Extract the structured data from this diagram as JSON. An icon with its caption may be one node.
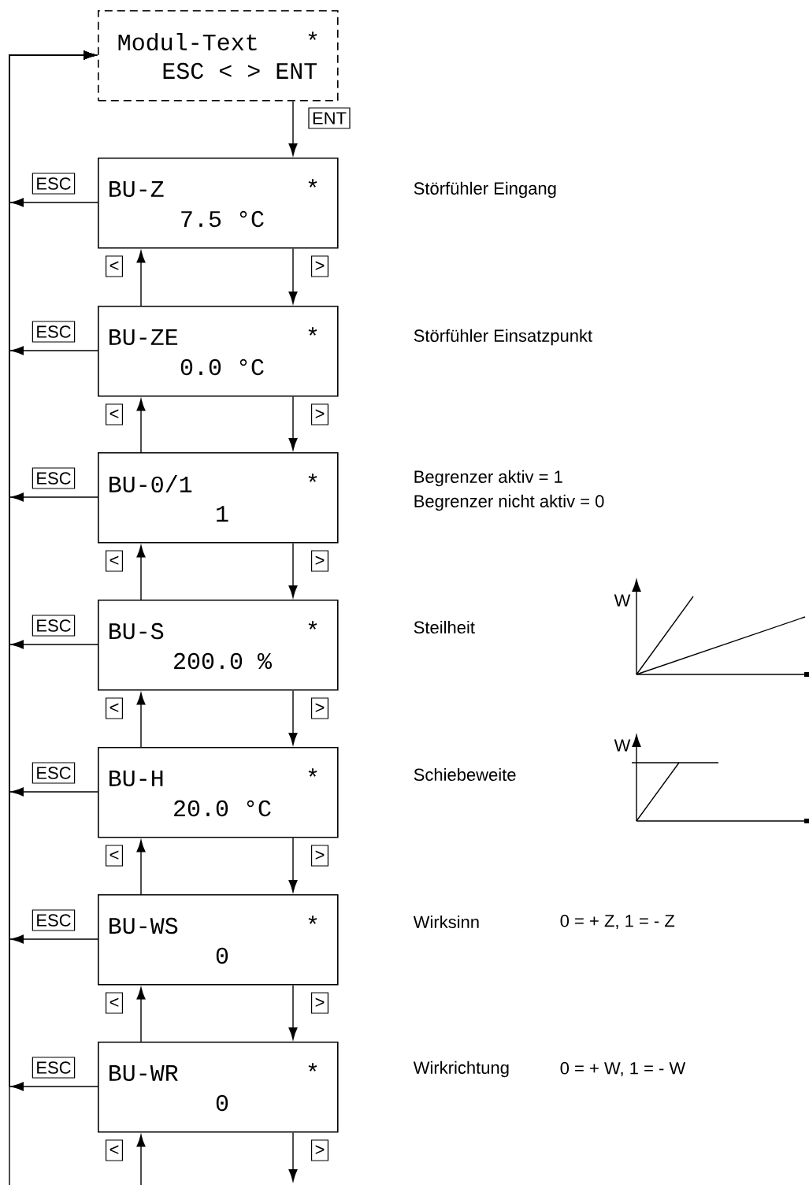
{
  "diagram": {
    "nodes": [
      {
        "text": [
          "Modul-Text",
          "*",
          "ESC < > ENT"
        ]
      },
      {
        "text": [
          "BU-Z",
          "*",
          "7.5 °C"
        ]
      },
      {
        "text": [
          "BU-ZE",
          "*",
          "0.0 °C"
        ]
      },
      {
        "text": [
          "BU-0/1",
          "*",
          "1"
        ]
      },
      {
        "text": [
          "BU-S",
          "*",
          "200.0 %"
        ]
      },
      {
        "text": [
          "BU-H",
          "*",
          "20.0 °C"
        ]
      },
      {
        "text": [
          "BU-WS",
          "*",
          "0"
        ]
      },
      {
        "text": [
          "BU-WR",
          "*",
          "0"
        ]
      }
    ],
    "edges": [
      {
        "from": 0,
        "to": 1,
        "arrow": "to",
        "label": "ENT"
      },
      {
        "from": 1,
        "to": 0,
        "arrow": "to",
        "label": "ESC"
      },
      {
        "from": 1,
        "to": 2,
        "arrow": "to",
        "label": ">"
      },
      {
        "from": 2,
        "to": 1,
        "arrow": "to",
        "label": "<"
      },
      {
        "from": 2,
        "to": 0,
        "arrow": "to",
        "label": "ESC"
      },
      {
        "from": 2,
        "to": 3,
        "arrow": "to",
        "label": ">"
      },
      {
        "from": 3,
        "to": 2,
        "arrow": "to",
        "label": "<"
      },
      {
        "from": 3,
        "to": 0,
        "arrow": "to",
        "label": "ESC"
      },
      {
        "from": 3,
        "to": 4,
        "arrow": "to",
        "label": ">"
      },
      {
        "from": 4,
        "to": 3,
        "arrow": "to",
        "label": "<"
      },
      {
        "from": 4,
        "to": 0,
        "arrow": "to",
        "label": "ESC"
      },
      {
        "from": 4,
        "to": 5,
        "arrow": "to",
        "label": ">"
      },
      {
        "from": 5,
        "to": 4,
        "arrow": "to",
        "label": "<"
      },
      {
        "from": 5,
        "to": 0,
        "arrow": "to",
        "label": "ESC"
      },
      {
        "from": 5,
        "to": 6,
        "arrow": "to",
        "label": ">"
      },
      {
        "from": 6,
        "to": 5,
        "arrow": "to",
        "label": "<"
      },
      {
        "from": 6,
        "to": 0,
        "arrow": "to",
        "label": "ESC"
      },
      {
        "from": 6,
        "to": 7,
        "arrow": "to",
        "label": ">"
      },
      {
        "from": 7,
        "to": 6,
        "arrow": "to",
        "label": "<"
      },
      {
        "from": 7,
        "to": 0,
        "arrow": "to",
        "label": "ESC"
      },
      {
        "from": 7,
        "to": null,
        "arrow": "to",
        "label": ">"
      },
      {
        "from": null,
        "to": 7,
        "arrow": "to",
        "label": "<"
      },
      {
        "from": null,
        "to": 0,
        "arrow": "to"
      }
    ],
    "labels": [
      "Störfühler Eingang",
      "Störfühler Einsatzpunkt",
      "Begrenzer aktiv = 1",
      "Begrenzer nicht aktiv = 0",
      "W",
      "Steilheit",
      "W",
      "Schiebeweite",
      "Wirksinn",
      "0 = + Z, 1 = - Z",
      "Wirkrichtung",
      "0 = + W, 1 = - W"
    ]
  }
}
